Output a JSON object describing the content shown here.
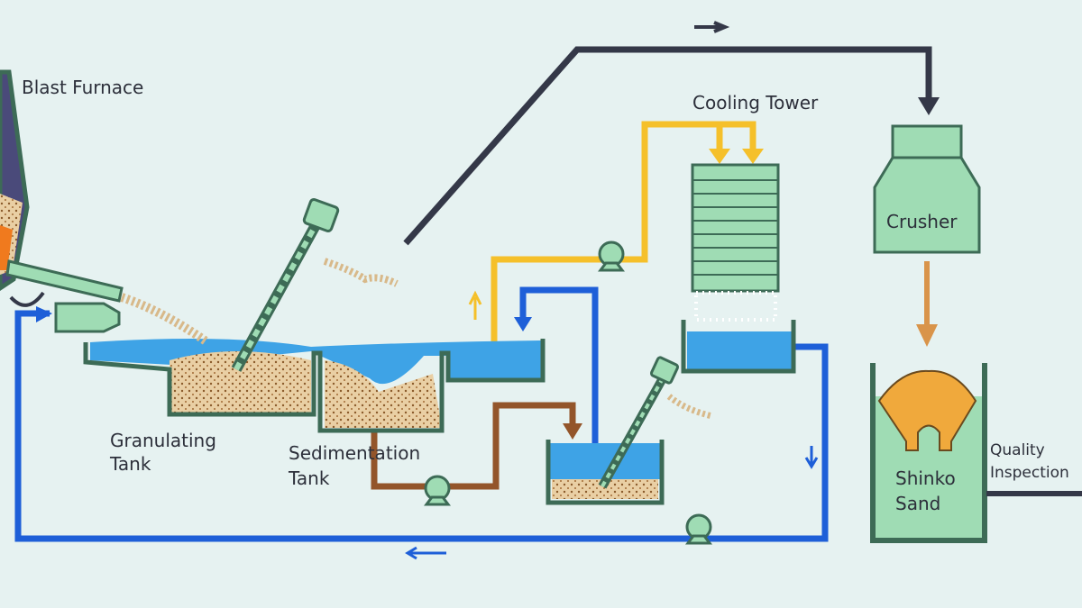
{
  "diagram": {
    "title": "Blast furnace slag granulation process",
    "labels": {
      "blast_furnace": "Blast Furnace",
      "cooling_tower": "Cooling Tower",
      "crusher": "Crusher",
      "granulating_tank_1": "Granulating",
      "granulating_tank_2": "Tank",
      "sedimentation_tank_1": "Sedimentation",
      "sedimentation_tank_2": "Tank",
      "shinko_sand_1": "Shinko",
      "shinko_sand_2": "Sand",
      "quality_inspection_1": "Quality",
      "quality_inspection_2": "Inspection"
    },
    "colors": {
      "background": "#e6f2f1",
      "equipment": "#9fdcb4",
      "water": "#3ea3e6",
      "water_pipe": "#1e5fd8",
      "hot_water_pipe": "#f5c02a",
      "slurry_pipe": "#93552a",
      "conveyor_line": "#343848",
      "product": "#f0a93c"
    }
  }
}
